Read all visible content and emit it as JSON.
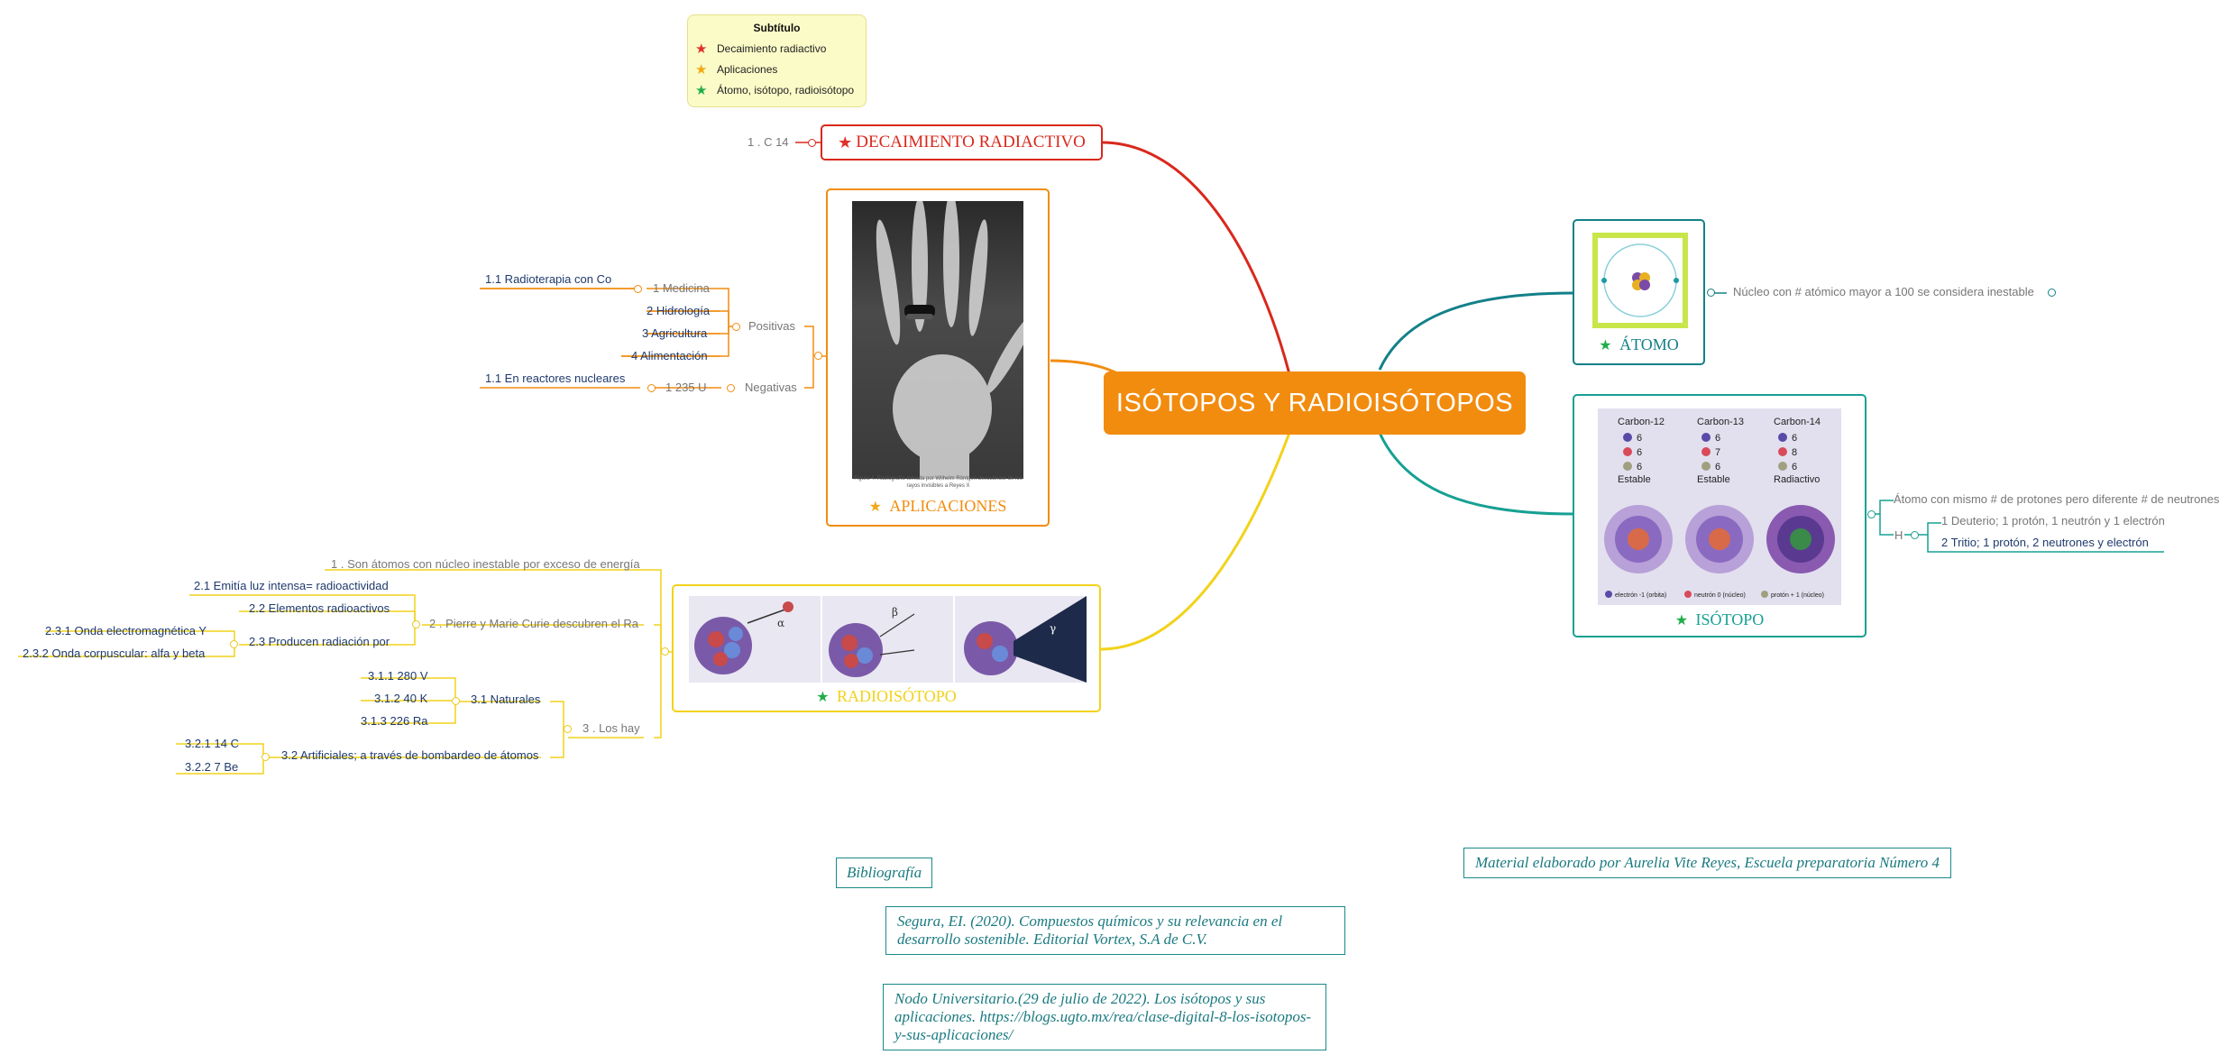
{
  "colors": {
    "red": "#d9281c",
    "orange": "#f28c0f",
    "teal_dark": "#138089",
    "teal": "#17a093",
    "yellow": "#f2d21a",
    "label_blue": "#1f3a6e",
    "gray": "#777777",
    "bib": "#1a7a80"
  },
  "legend": {
    "title": "Subtítulo",
    "items": [
      {
        "icon": "red-star-icon",
        "label": "Decaimiento radiactivo"
      },
      {
        "icon": "orange-star-icon",
        "label": "Aplicaciones"
      },
      {
        "icon": "green-star-icon",
        "label": "Átomo, isótopo, radioisótopo"
      }
    ]
  },
  "central": {
    "title": "ISÓTOPOS Y RADIOISÓTOPOS"
  },
  "decaimiento": {
    "title": "DECAIMIENTO RADIACTIVO",
    "child": "1 . C 14"
  },
  "aplicaciones": {
    "title": "APLICACIONES",
    "image_caption": "Figura 4. Radiografía tomada por Wilhelm Röntgen descubridor de los rayos invisibles a Reyes X",
    "positivas": "Positivas",
    "negativas": "Negativas",
    "medicina": "1  Medicina",
    "radioterapia": "1.1  Radioterapia con Co",
    "hidrologia": "2  Hidrología",
    "agricultura": "3  Agricultura",
    "alimentacion": "4  Alimentación",
    "u235": "1  235 U",
    "reactores": "1.1  En reactores nucleares"
  },
  "radioisotopo": {
    "title": "RADIOISÓTOPO",
    "item1": "1 .  Son átomos con núcleo inestable por exceso de energía",
    "item2": "2 .  Pierre y Marie Curie descubren el Ra",
    "item2_1": "2.1  Emitía luz intensa= radioactividad",
    "item2_2": "2.2  Elementos radioactivos",
    "item2_3": "2.3  Producen radiación por",
    "item2_3_1": "2.3.1  Onda electromagnética Y",
    "item2_3_2": "2.3.2  Onda corpuscular: alfa y beta",
    "item3": "3 .  Los hay",
    "item3_1": "3.1  Naturales",
    "item3_1_1": "3.1.1  280 V",
    "item3_1_2": "3.1.2  40 K",
    "item3_1_3": "3.1.3  226 Ra",
    "item3_2": "3.2  Artificiales; a través de bombardeo de átomos",
    "item3_2_1": "3.2.1  14 C",
    "item3_2_2": "3.2.2  7 Be",
    "beta": "β",
    "alpha": "α",
    "gamma": "γ"
  },
  "atomo": {
    "title": "ÁTOMO",
    "child": "Núcleo con # atómico mayor a 100 se considera inestable"
  },
  "isotopo": {
    "title": "ISÓTOPO",
    "child": "Átomo con mismo # de protones pero diferente # de neutrones",
    "h": "H",
    "h1": "1  Deuterio; 1 protón, 1 neutrón y 1 electrón",
    "h2": "2  Tritio; 1 protón, 2 neutrones y electrón",
    "carbon": [
      {
        "name": "Carbon-12",
        "p": "6",
        "n": "6",
        "e": "6",
        "state": "Estable"
      },
      {
        "name": "Carbon-13",
        "p": "6",
        "n": "7",
        "e": "6",
        "state": "Estable"
      },
      {
        "name": "Carbon-14",
        "p": "6",
        "n": "8",
        "e": "6",
        "state": "Radiactivo"
      }
    ],
    "legend_electron": "electrón -1 (orbita)",
    "legend_neutron": "neutrón 0 (núcleo)",
    "legend_proton": "protón + 1 (núcleo)"
  },
  "bibliography": {
    "title": "Bibliografía",
    "ref1": "Segura, EI. (2020). Compuestos químicos y su relevancia en el desarrollo sostenible. Editorial Vortex, S.A de C.V.",
    "ref2": "Nodo Universitario.(29 de julio de 2022). Los isótopos y sus aplicaciones. https://blogs.ugto.mx/rea/clase-digital-8-los-isotopos-y-sus-aplicaciones/"
  },
  "author": "Material elaborado por Aurelia Vite Reyes, Escuela preparatoria Número 4"
}
